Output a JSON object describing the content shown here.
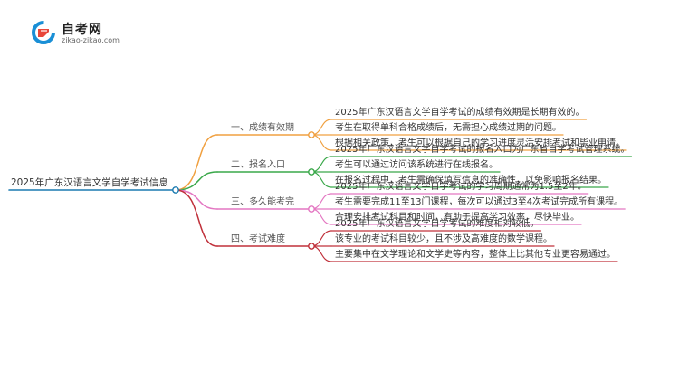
{
  "brand": {
    "title": "自考网",
    "subtitle": "zikao-zikao.com",
    "accent": "#1a8fd6",
    "accent2": "#e8473b"
  },
  "root": {
    "label": "2025年广东汉语言文学自学考试信息"
  },
  "branches": [
    {
      "label": "一、成绩有效期",
      "color": "#f0a040",
      "leaves": [
        "2025年广东汉语言文学自学考试的成绩有效期是长期有效的。",
        "考生在取得单科合格成绩后，无需担心成绩过期的问题。",
        "根据相关政策，考生可以根据自己的学习进度灵活安排考试和毕业申请。"
      ]
    },
    {
      "label": "二、报名入口",
      "color": "#3aa84a",
      "leaves": [
        "2025年广东汉语言文学自学考试的报名入口为广东省自学考试管理系统。",
        "考生可以通过访问该系统进行在线报名。",
        "在报名过程中，考生需确保填写信息的准确性，以免影响报名结果。"
      ]
    },
    {
      "label": "三、多久能考完",
      "color": "#e377c2",
      "leaves": [
        "2025年广东汉语言文学自学考试的学习周期通常为1.5至2年。",
        "考生需要完成11至13门课程，每次可以通过3至4次考试完成所有课程。",
        "合理安排考试科目和时间，有助于提高学习效率，尽快毕业。"
      ]
    },
    {
      "label": "四、考试难度",
      "color": "#c0303a",
      "leaves": [
        "2025年广东汉语言文学自学考试的难度相对较低。",
        "该专业的考试科目较少，且不涉及高难度的数学课程。",
        "主要集中在文学理论和文学史等内容，整体上比其他专业更容易通过。"
      ]
    }
  ]
}
